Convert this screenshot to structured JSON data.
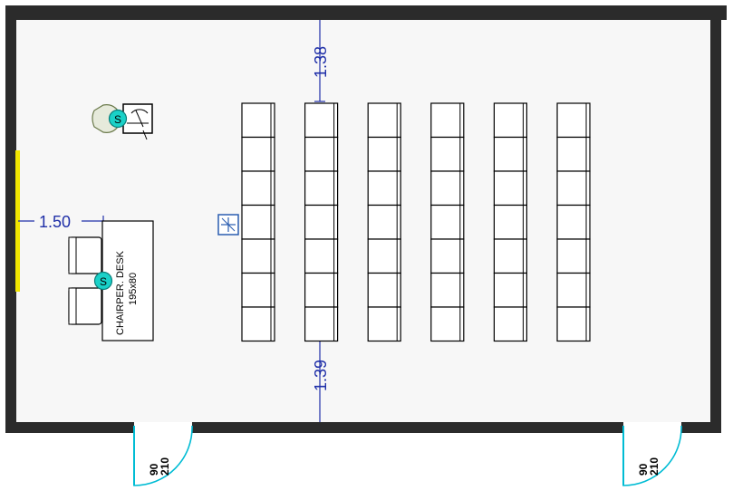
{
  "dimensions": {
    "top_gap": "1.38",
    "bottom_gap": "1.39",
    "left_gap": "1.50"
  },
  "chairperson_desk": {
    "label": "CHAIRPER. DESK",
    "size": "195x80"
  },
  "speaker_badge": "S",
  "doors": [
    {
      "width": "90",
      "height": "210"
    },
    {
      "width": "90",
      "height": "210"
    }
  ],
  "seating": {
    "columns": 6,
    "rows": 7
  },
  "colors": {
    "wall": "#2b2b2b",
    "floor": "#f7f7f7",
    "dimension": "#1f2fa8",
    "door": "#00bcd4",
    "speaker": "#1ad1c8",
    "window": "#f2e600"
  }
}
